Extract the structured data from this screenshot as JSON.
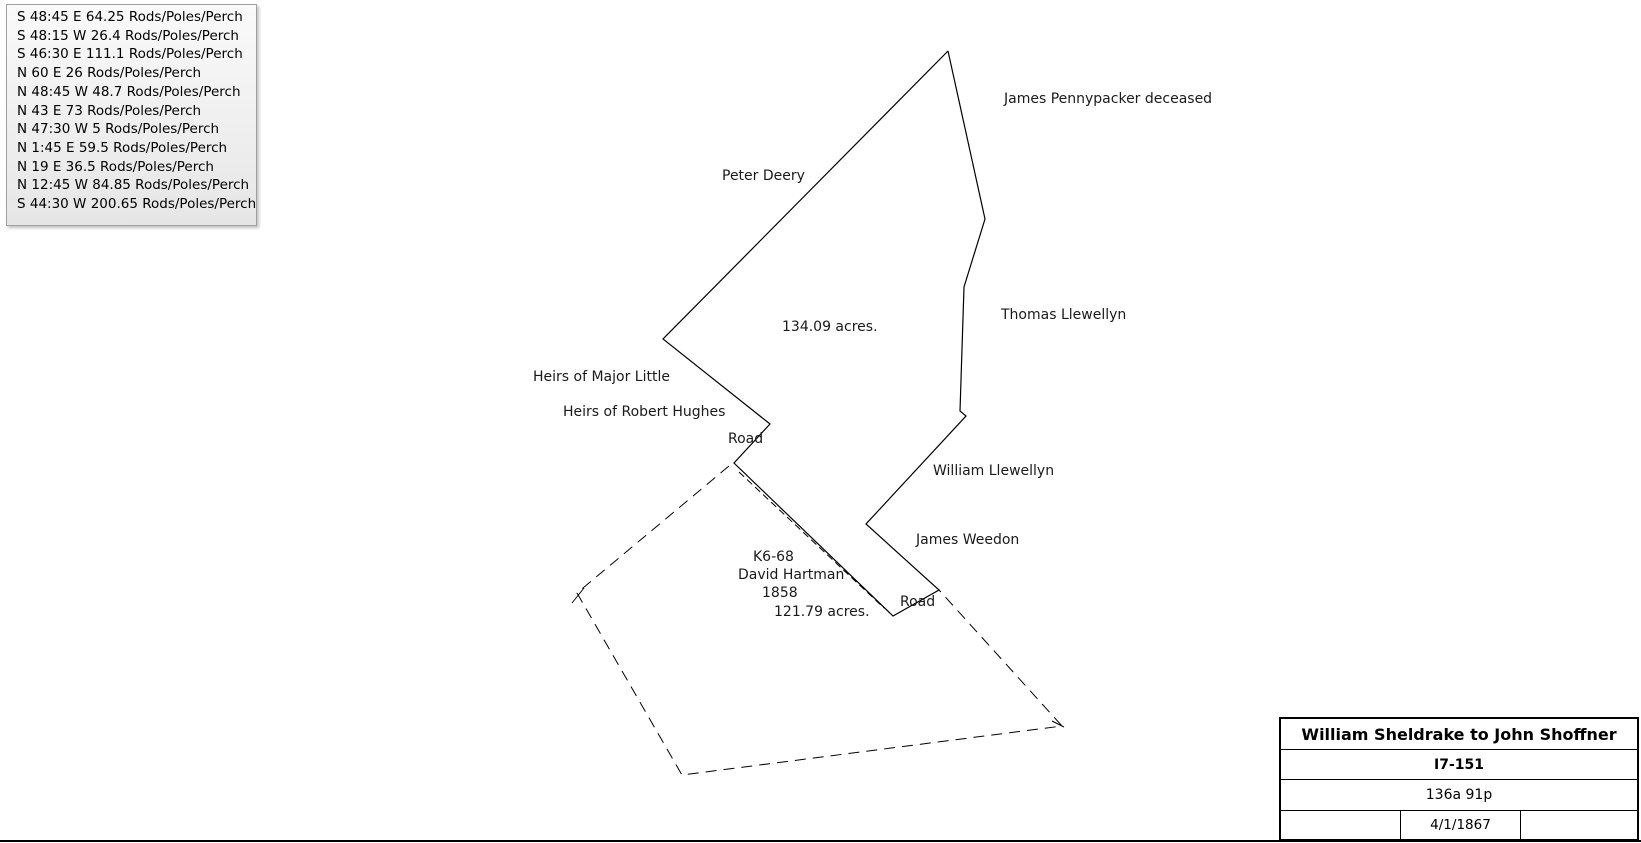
{
  "bearings": [
    "S 48:45 E 64.25 Rods/Poles/Perch",
    "S 48:15 W 26.4 Rods/Poles/Perch",
    "S 46:30 E 111.1 Rods/Poles/Perch",
    "N 60 E 26 Rods/Poles/Perch",
    "N 48:45 W 48.7 Rods/Poles/Perch",
    "N 43 E 73 Rods/Poles/Perch",
    "N 47:30 W 5 Rods/Poles/Perch",
    "N 1:45 E 59.5 Rods/Poles/Perch",
    "N 19 E 36.5 Rods/Poles/Perch",
    "N 12:45 W 84.85 Rods/Poles/Perch",
    "S 44:30 W 200.65 Rods/Poles/Perch"
  ],
  "labels": {
    "james_pennypacker": "James Pennypacker deceased",
    "peter_deery": "Peter Deery",
    "thomas_llewellyn": "Thomas Llewellyn",
    "main_acreage": "134.09 acres.",
    "heirs_major_little": "Heirs of Major Little",
    "heirs_robert_hughes": "Heirs of Robert Hughes",
    "road_upper": "Road",
    "william_llewellyn": "William Llewellyn",
    "james_weedon": "James Weedon",
    "adjacent_ref": "K6-68",
    "adjacent_owner": "David Hartman",
    "adjacent_year": "1858",
    "road_lower": "Road",
    "adjacent_acreage": "121.79 acres."
  },
  "title_block": {
    "title": "William Sheldrake to John Shoffner",
    "deed_book": "I7-151",
    "area": "136a 91p",
    "date": "4/1/1867",
    "blank_left": "",
    "blank_right": ""
  },
  "colors": {
    "line": "#000000",
    "background": "#ffffff"
  }
}
